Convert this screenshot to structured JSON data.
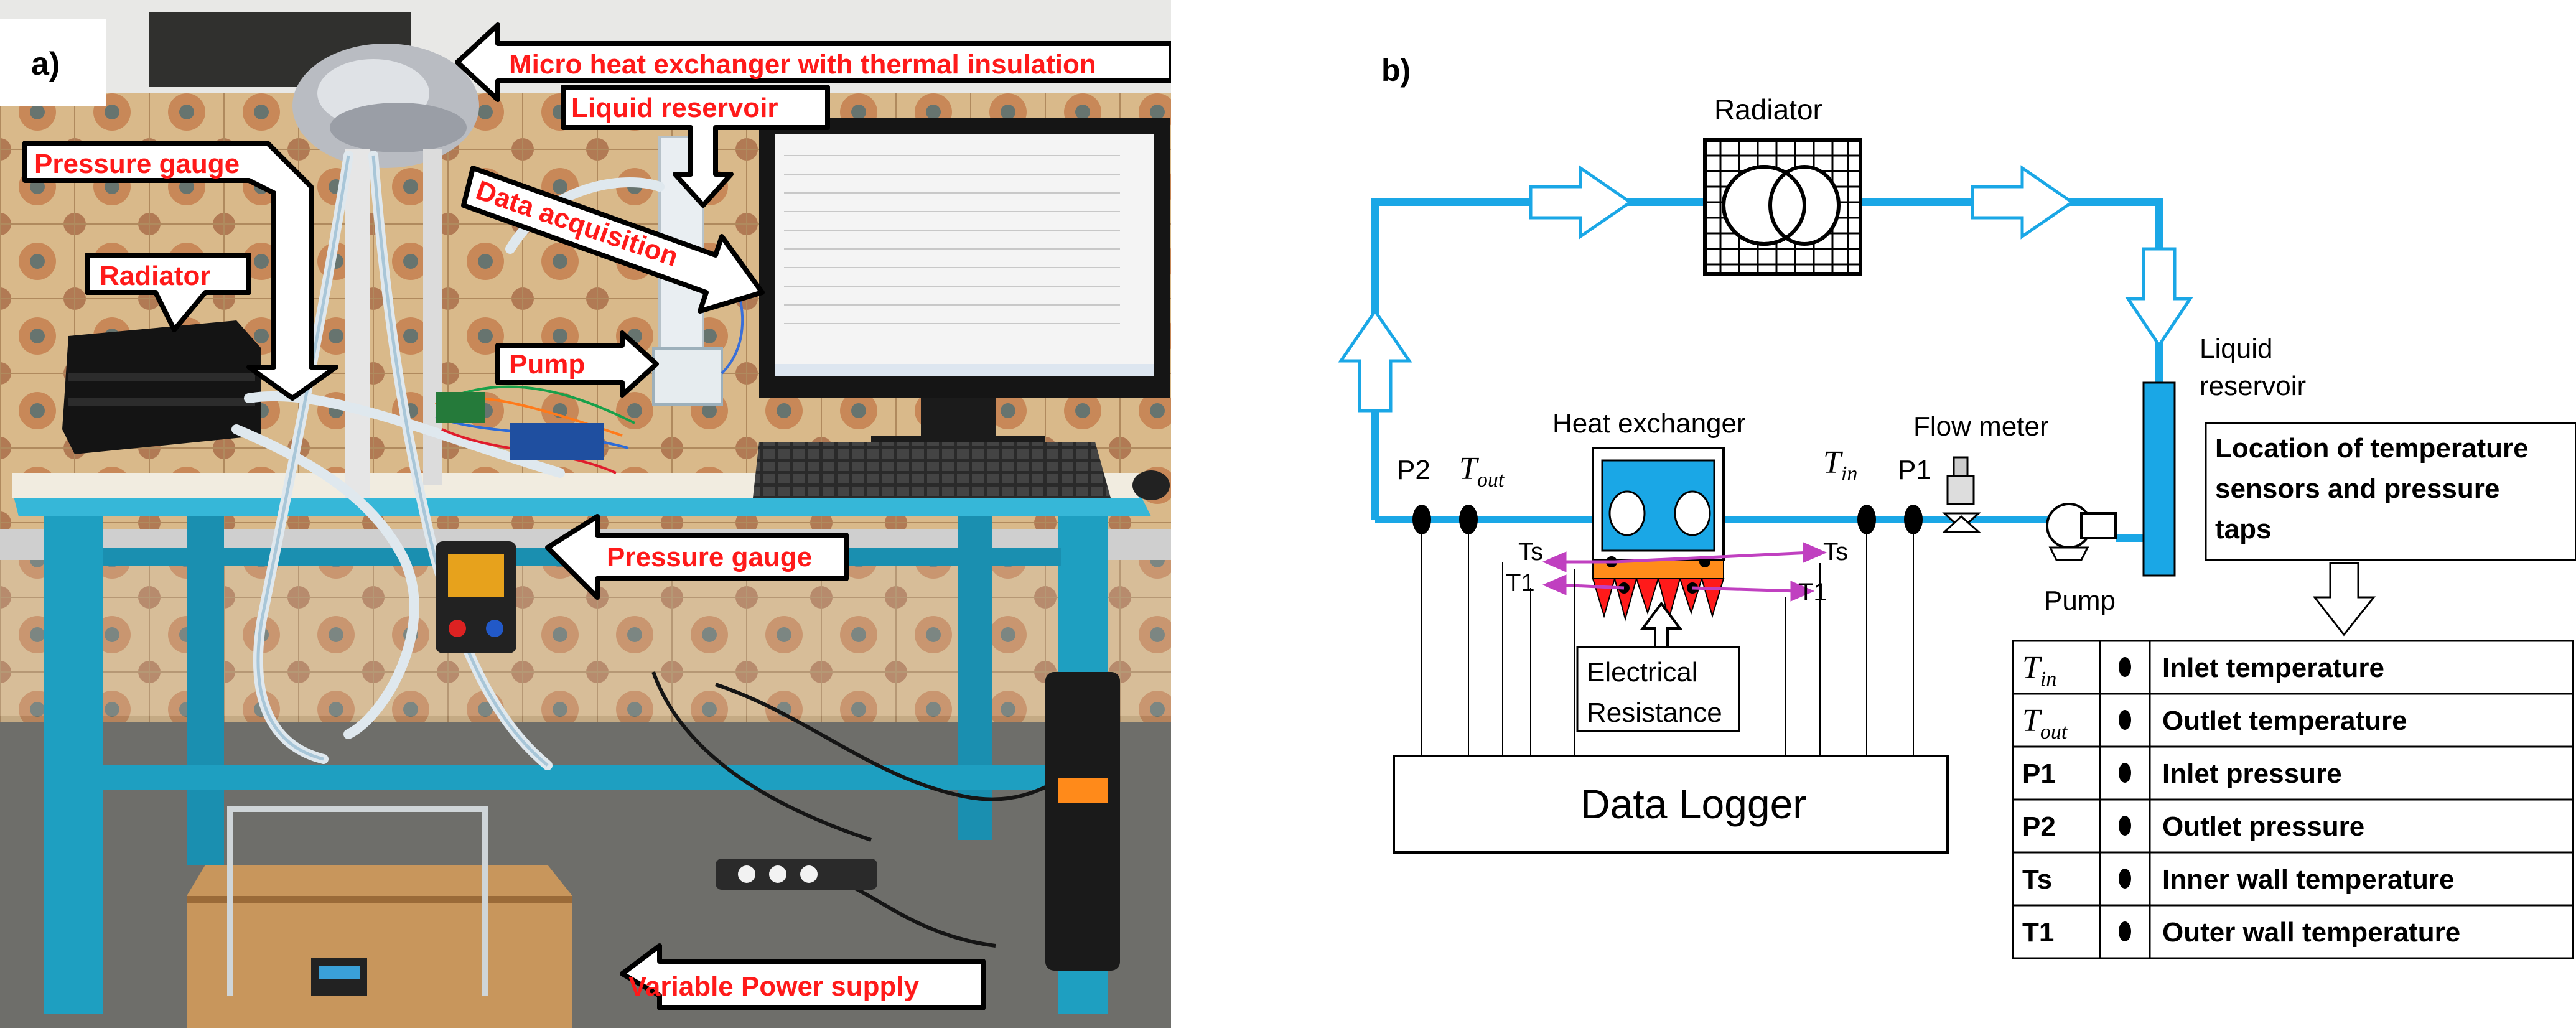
{
  "panel_a": {
    "label": "a)",
    "callouts": {
      "micro_hx": "Micro heat exchanger with thermal insulation",
      "liquid_reservoir": "Liquid reservoir",
      "pressure_gauge_top": "Pressure gauge",
      "data_acquisition": "Data acquisition",
      "radiator": "Radiator",
      "pump": "Pump",
      "pressure_gauge_bottom": "Pressure gauge",
      "power_supply": "Variable Power supply"
    },
    "colors": {
      "callout_text": "#ff1a1a",
      "table_blue": "#1e9fc1"
    }
  },
  "panel_b": {
    "label": "b)",
    "components": {
      "radiator": "Radiator",
      "liquid_reservoir_1": "Liquid",
      "liquid_reservoir_2": "reservoir",
      "heat_exchanger": "Heat exchanger",
      "flow_meter": "Flow meter",
      "pump": "Pump",
      "electrical_1": "Electrical",
      "electrical_2": "Resistance",
      "data_logger": "Data Logger"
    },
    "sensors": {
      "p2": "P2",
      "t_out_main": "T",
      "t_out_sub": "out",
      "t_in_main": "T",
      "t_in_sub": "in",
      "p1": "P1",
      "ts_left": "Ts",
      "ts_right": "Ts",
      "t1_left": "T1",
      "t1_right": "T1"
    },
    "location_note": {
      "line1": "Location of temperature",
      "line2": "sensors and pressure",
      "line3": "taps"
    },
    "legend": [
      {
        "sym_main": "T",
        "sym_sub": "in",
        "desc": "Inlet temperature"
      },
      {
        "sym_main": "T",
        "sym_sub": "out",
        "desc": "Outlet temperature"
      },
      {
        "sym_main": "P1",
        "sym_sub": "",
        "desc": "Inlet pressure"
      },
      {
        "sym_main": "P2",
        "sym_sub": "",
        "desc": "Outlet pressure"
      },
      {
        "sym_main": "Ts",
        "sym_sub": "",
        "desc": "Inner wall temperature"
      },
      {
        "sym_main": "T1",
        "sym_sub": "",
        "desc": "Outer wall temperature"
      }
    ],
    "colors": {
      "pipe": "#1aa7e6",
      "exchanger_fill": "#1aa7e6",
      "heater": "#ff8c1a",
      "fins": "#ff1a1a",
      "arrow_magenta": "#c040c0"
    }
  }
}
